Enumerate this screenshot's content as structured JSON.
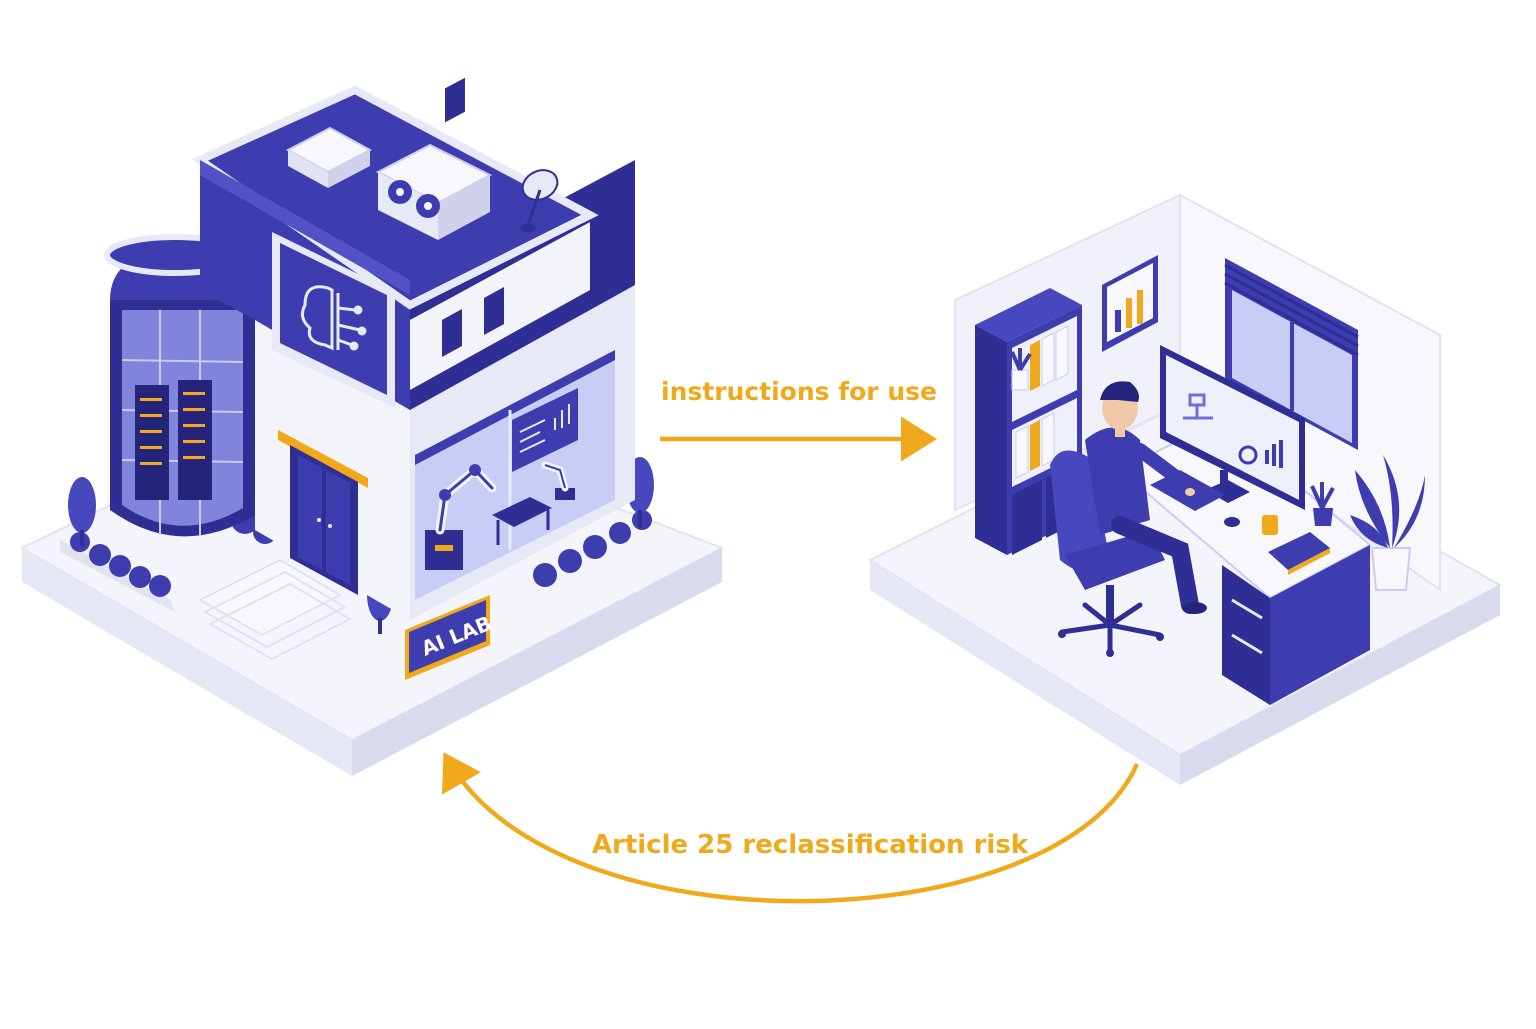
{
  "colors": {
    "primary": "#3D3DB0",
    "primary_dark": "#2E2E94",
    "primary_light": "#6F6FD6",
    "glass": "#BFC3F2",
    "accent": "#F0A91A",
    "platform": "#F4F4FB",
    "platform_side": "#E1E2F2",
    "wall": "#F3F3FA"
  },
  "icons": {
    "lab_building": "ai-lab-building-icon",
    "brain_chip": "brain-circuit-icon",
    "robot_arm": "robot-arm-icon",
    "office_worker": "office-worker-icon",
    "monitor_chart": "monitor-dashboard-icon"
  },
  "arrows": {
    "top": {
      "label": "instructions for use",
      "direction": "lab-to-office"
    },
    "bottom": {
      "label": "Article 25 reclassification risk",
      "direction": "office-to-lab"
    }
  },
  "lab": {
    "sign_text": "AI LAB"
  }
}
